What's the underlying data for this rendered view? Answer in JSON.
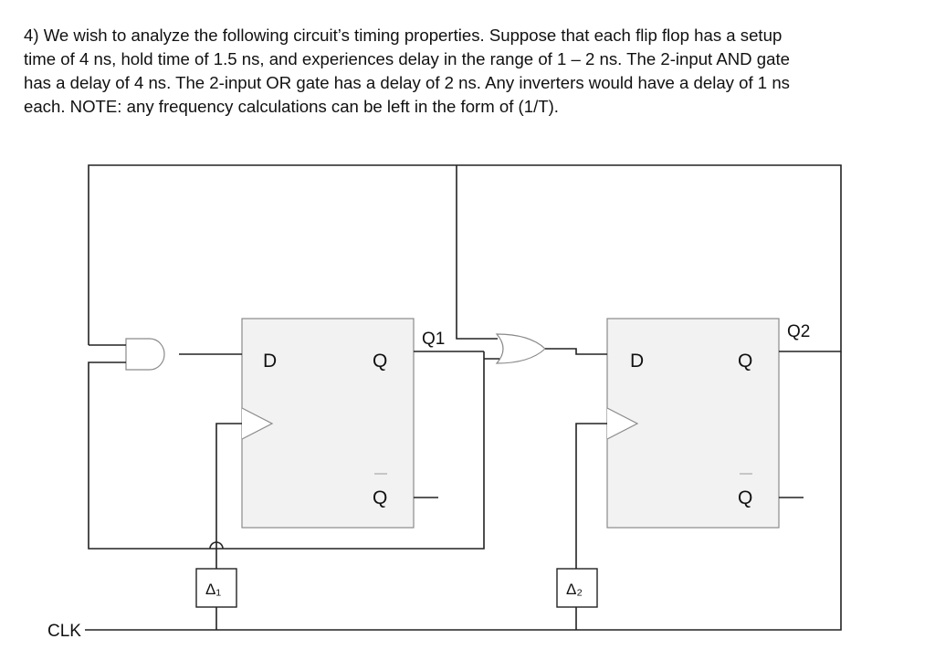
{
  "question": {
    "lines": [
      "4) We wish to analyze the following circuit’s timing properties.  Suppose that each flip flop has a setup",
      "time of 4 ns, hold time of 1.5 ns, and experiences delay in the range of 1 – 2 ns.  The 2-input AND gate",
      "has a delay of 4 ns.  The 2-input OR gate has a delay of 2 ns.  Any inverters would have a delay of 1 ns",
      "each.  NOTE: any frequency calculations can be left in the form of (1/T)."
    ]
  },
  "circuit": {
    "ff1": {
      "d_label": "D",
      "q_label": "Q",
      "qbar_label": "Q",
      "output_label": "Q1"
    },
    "ff2": {
      "d_label": "D",
      "q_label": "Q",
      "qbar_label": "Q",
      "output_label": "Q2"
    },
    "delay1": {
      "label": "Δ₁"
    },
    "delay2": {
      "label": "Δ₂"
    },
    "clock": {
      "label": "CLK"
    }
  }
}
